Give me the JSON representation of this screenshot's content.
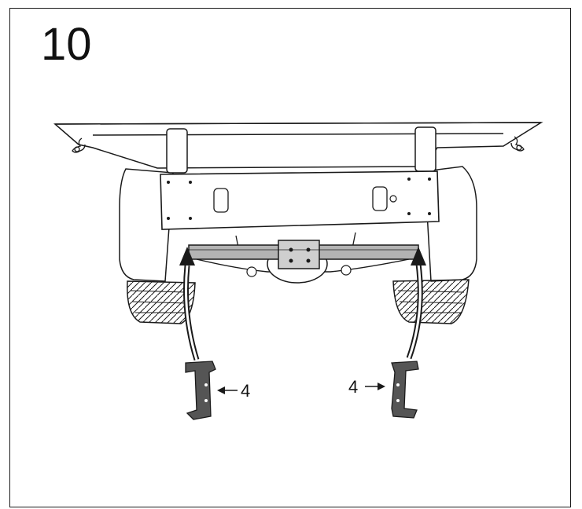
{
  "step": {
    "number": "10"
  },
  "callouts": [
    {
      "label": "4"
    },
    {
      "label": "4"
    }
  ],
  "colors": {
    "line": "#1a1a1a",
    "bracket": "#555555",
    "crossbar": "#b3b3b3",
    "panel": "#ffffff"
  }
}
